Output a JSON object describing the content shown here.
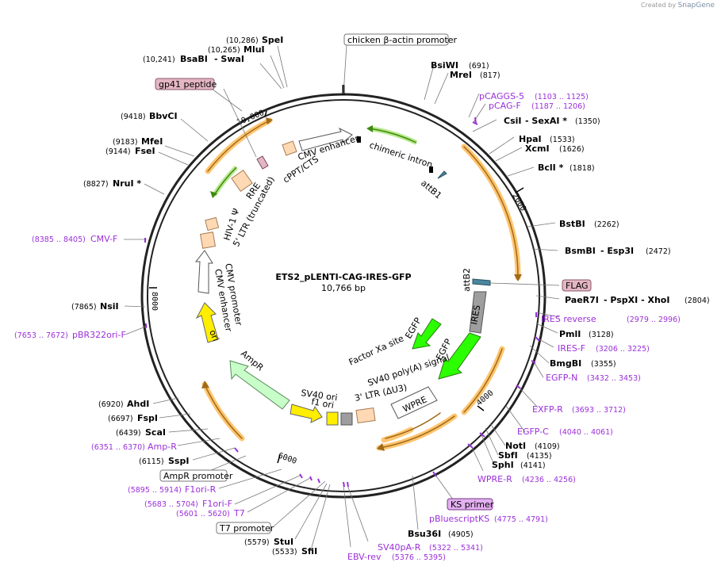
{
  "watermark": {
    "prefix": "Created by",
    "brand": "SnapGene"
  },
  "plasmid": {
    "name": "ETS2_pLENTI-CAG-IRES-GFP",
    "size": "10,766 bp",
    "length": 10766
  },
  "ticks": [
    "2000",
    "4000",
    "6000",
    "8000",
    "10,000"
  ],
  "enzymes": [
    {
      "name": "SpeI",
      "pos": "(10,286)"
    },
    {
      "name": "MluI",
      "pos": "(10,265)"
    },
    {
      "name": "BsaBI",
      "pos": "(10,241)",
      "extra": "- SwaI"
    },
    {
      "name": "BbvCI",
      "pos": "(9418)"
    },
    {
      "name": "MfeI",
      "pos": "(9183)"
    },
    {
      "name": "FseI",
      "pos": "(9144)"
    },
    {
      "name": "NruI *",
      "pos": "(8827)"
    },
    {
      "name": "NsiI",
      "pos": "(7865)"
    },
    {
      "name": "AhdI",
      "pos": "(6920)"
    },
    {
      "name": "FspI",
      "pos": "(6697)"
    },
    {
      "name": "ScaI",
      "pos": "(6439)"
    },
    {
      "name": "SspI",
      "pos": "(6115)"
    },
    {
      "name": "StuI",
      "pos": "(5579)"
    },
    {
      "name": "SfiI",
      "pos": "(5533)"
    },
    {
      "name": "BsiWI",
      "pos": "(691)"
    },
    {
      "name": "MreI",
      "pos": "(817)"
    },
    {
      "name": "CsiI",
      "pos": "(1350)",
      "extra": "- SexAI *"
    },
    {
      "name": "HpaI",
      "pos": "(1533)"
    },
    {
      "name": "XcmI",
      "pos": "(1626)"
    },
    {
      "name": "BclI *",
      "pos": "(1818)"
    },
    {
      "name": "BstBI",
      "pos": "(2262)"
    },
    {
      "name": "BsmBI",
      "pos": "(2472)",
      "extra": "- Esp3I"
    },
    {
      "name": "PaeR7I",
      "pos": "(2804)",
      "extra": "- PspXI - XhoI"
    },
    {
      "name": "PmlI",
      "pos": "(3128)"
    },
    {
      "name": "BmgBI",
      "pos": "(3355)"
    },
    {
      "name": "NotI",
      "pos": "(4109)"
    },
    {
      "name": "SbfI",
      "pos": "(4135)"
    },
    {
      "name": "SphI",
      "pos": "(4141)"
    },
    {
      "name": "Bsu36I",
      "pos": "(4905)"
    }
  ],
  "primers": [
    {
      "name": "pCAGGS-5",
      "pos": "(1103 .. 1125)"
    },
    {
      "name": "pCAG-F",
      "pos": "(1187 .. 1206)"
    },
    {
      "name": "CMV-F",
      "pos": "(8385 .. 8405)"
    },
    {
      "name": "pBR322ori-F",
      "pos": "(7653 .. 7672)"
    },
    {
      "name": "IRES reverse",
      "pos": "(2979 .. 2996)"
    },
    {
      "name": "IRES-F",
      "pos": "(3206 .. 3225)"
    },
    {
      "name": "EGFP-N",
      "pos": "(3432 .. 3453)"
    },
    {
      "name": "EXFP-R",
      "pos": "(3693 .. 3712)"
    },
    {
      "name": "EGFP-C",
      "pos": "(4040 .. 4061)"
    },
    {
      "name": "WPRE-R",
      "pos": "(4236 .. 4256)"
    },
    {
      "name": "pBluescriptKS",
      "pos": "(4775 .. 4791)"
    },
    {
      "name": "EBV-rev",
      "pos": "(5376 .. 5395)"
    },
    {
      "name": "SV40pA-R",
      "pos": "(5322 .. 5341)"
    },
    {
      "name": "Amp-R",
      "pos": "(6351 .. 6370)"
    },
    {
      "name": "F1ori-R",
      "pos": "(5895 .. 5914)"
    },
    {
      "name": "F1ori-F",
      "pos": "(5683 .. 5704)"
    },
    {
      "name": "T7",
      "pos": "(5601 .. 5620)"
    }
  ],
  "boxed_labels": {
    "chicken_actin": "chicken β-actin promoter",
    "gp41": "gp41 peptide",
    "flag": "FLAG",
    "ks_primer": "KS primer",
    "ampr_promoter": "AmpR promoter",
    "t7_promoter": "T7 promoter"
  },
  "features": {
    "cmv_enhancer_top": "CMV enhancer",
    "chimeric_intron": "chimeric intron",
    "attb1": "attB1",
    "attb2": "attB2",
    "ires": "IRES",
    "egfp": "EGFP",
    "egfp2": "EGFP",
    "factor_xa": "Factor Xa site",
    "wpre": "WPRE",
    "sv40_polya": "SV40 poly(A) signal",
    "ltr3": "3' LTR (ΔU3)",
    "sv40_ori": "SV40 ori",
    "f1_ori": "f1 ori",
    "ampr": "AmpR",
    "ori": "ori",
    "cmv_promoter": "CMV promoter",
    "cmv_enhancer_left": "CMV enhancer",
    "hiv_psi": "HIV-1 Ψ",
    "ltr5": "5' LTR (truncated)",
    "rre": "RRE",
    "cppt": "cPPT/CTS"
  },
  "colors": {
    "backbone": "#000000",
    "primer": "#9b30d9",
    "orange_arc": "#ff9c1b",
    "green_arc": "#6bbf1c",
    "egfp": "#2cff00",
    "yellow": "#ffee00",
    "ampr": "#c8ffc8",
    "ires": "#8c8c8c",
    "peach": "#ffd9b3",
    "boxed_tag": "#e4b6c4",
    "ks_tag": "#e3b0f0"
  }
}
